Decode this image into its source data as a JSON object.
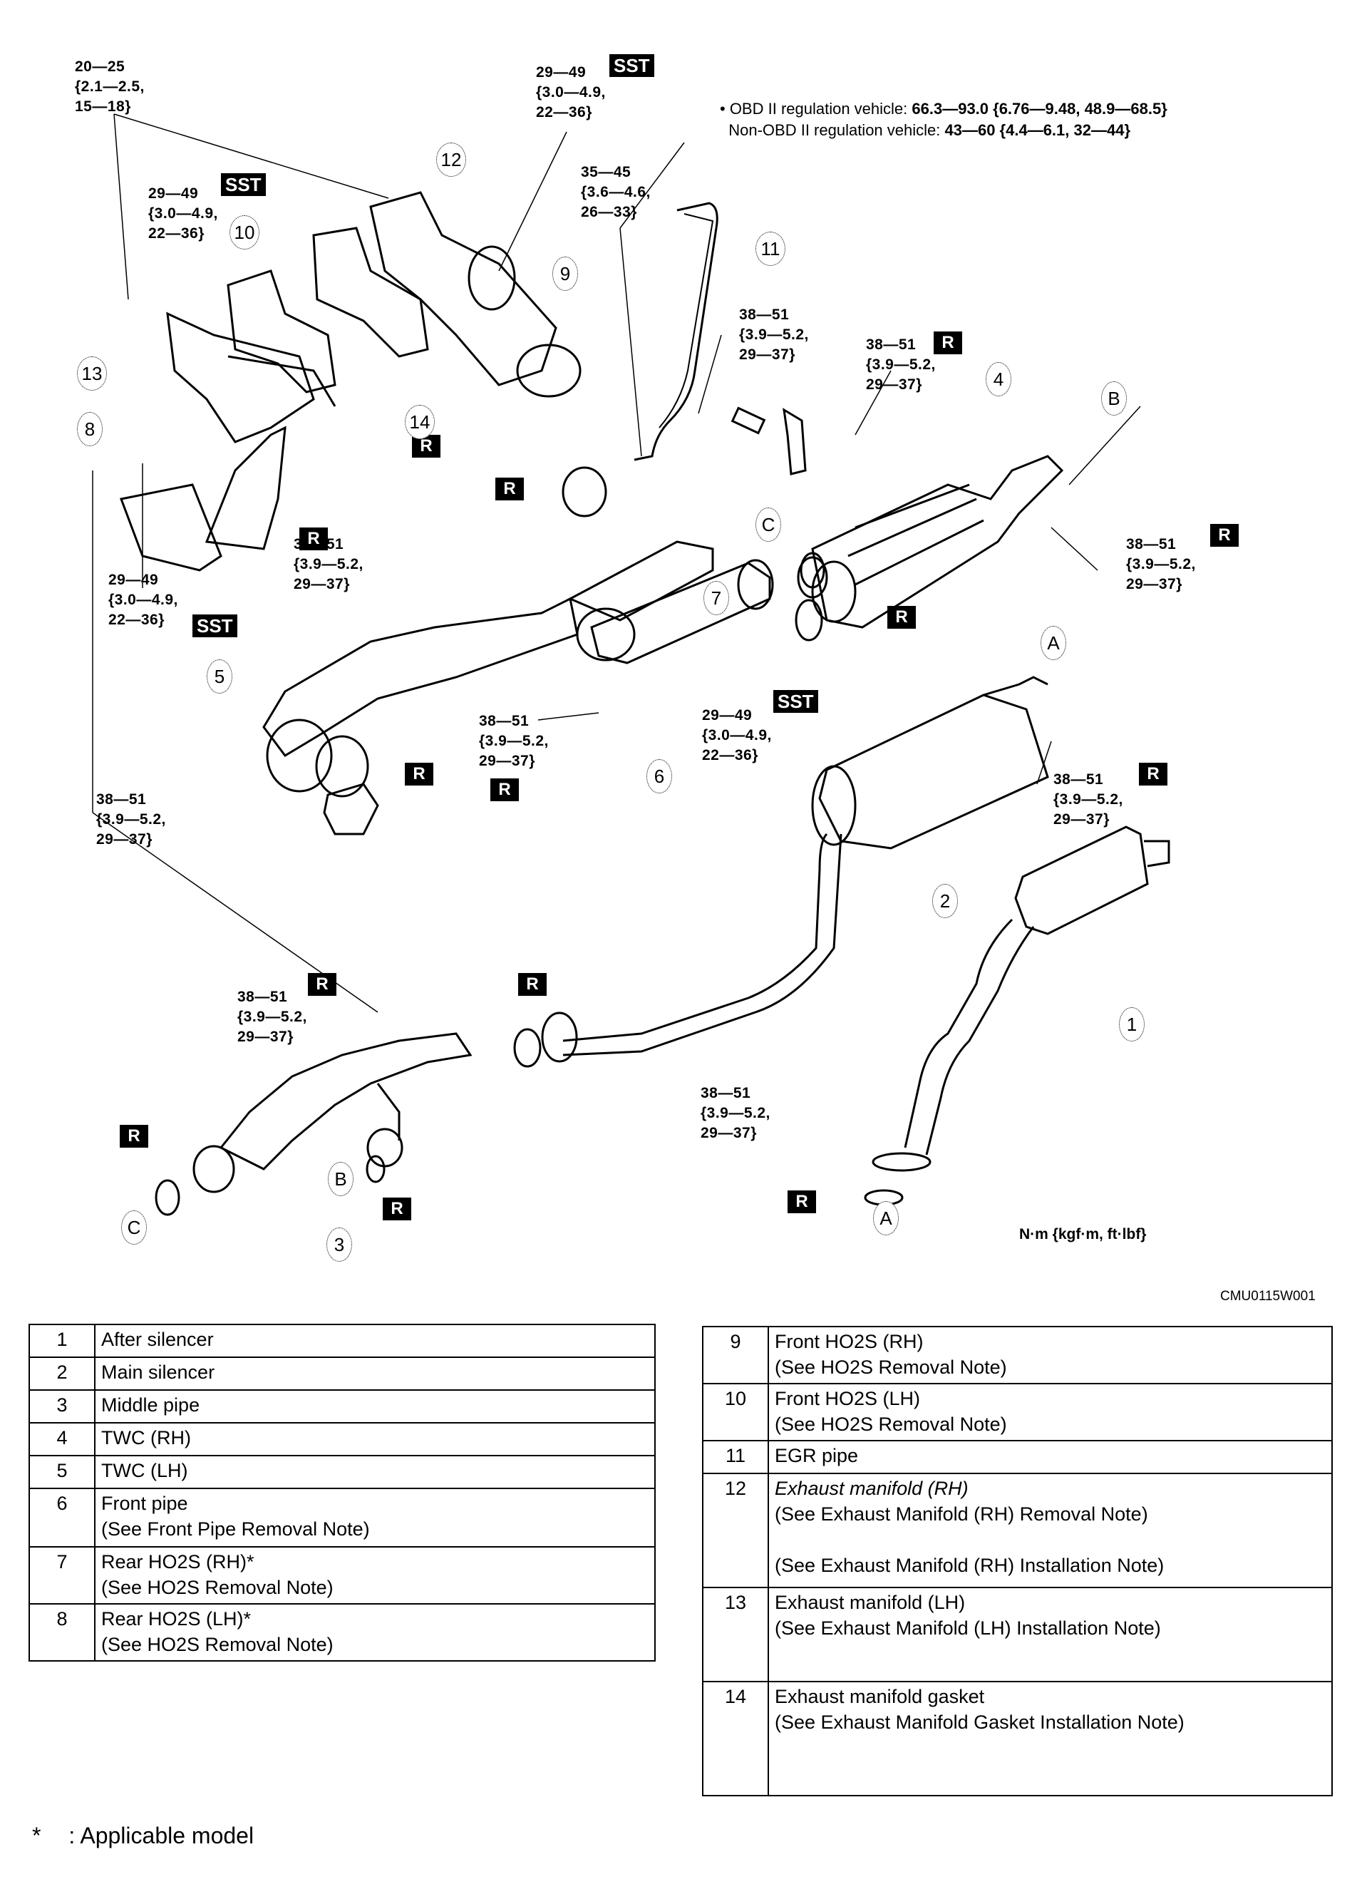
{
  "diagram": {
    "torque_notes": [
      {
        "id": "t-manifold-nut-top",
        "lines": [
          "20—25",
          "{2.1—2.5,",
          "15—18}"
        ]
      },
      {
        "id": "t-front-ho2s-rh",
        "lines": [
          "29—49",
          "{3.0—4.9,",
          "22—36}"
        ],
        "badge": "SST"
      },
      {
        "id": "t-front-ho2s-lh",
        "lines": [
          "29—49",
          "{3.0—4.9,",
          "22—36}"
        ],
        "badge": "SST"
      },
      {
        "id": "t-egr-pipe",
        "lines": [
          "35—45",
          "{3.6—4.6,",
          "26—33}"
        ]
      },
      {
        "id": "t-bracket-bolt",
        "lines": [
          "38—51",
          "{3.9—5.2,",
          "29—37}"
        ]
      },
      {
        "id": "t-bracket-nut",
        "lines": [
          "38—51",
          "{3.9—5.2,",
          "29—37}"
        ],
        "badge": "R"
      },
      {
        "id": "t-twc-rh-nut",
        "lines": [
          "38—51",
          "{3.9—5.2,",
          "29—37}"
        ],
        "badge": "R"
      },
      {
        "id": "t-rear-ho2s-lh",
        "lines": [
          "29—49",
          "{3.0—4.9,",
          "22—36}"
        ],
        "badge": "SST"
      },
      {
        "id": "t-twc-lh-bracket-nut",
        "lines": [
          "38—51",
          "{3.9—5.2,",
          "29—37}"
        ],
        "badge": "R"
      },
      {
        "id": "t-front-pipe-nut",
        "lines": [
          "38—51",
          "{3.9—5.2,",
          "29—37}"
        ],
        "badge": "R"
      },
      {
        "id": "t-rear-ho2s-rh",
        "lines": [
          "29—49",
          "{3.0—4.9,",
          "22—36}"
        ],
        "badge": "SST"
      },
      {
        "id": "t-main-silencer-nut",
        "lines": [
          "38—51",
          "{3.9—5.2,",
          "29—37}"
        ],
        "badge": "R"
      },
      {
        "id": "t-twc-lh-nut",
        "lines": [
          "38—51",
          "{3.9—5.2,",
          "29—37}"
        ]
      },
      {
        "id": "t-middle-pipe-nut",
        "lines": [
          "38—51",
          "{3.9—5.2,",
          "29—37}"
        ],
        "badge": "R"
      },
      {
        "id": "t-middle-joint-nut",
        "lines": [
          "38—51",
          "{3.9—5.2,",
          "29—37}"
        ]
      }
    ],
    "obd_note": {
      "line1_label": "• OBD II regulation vehicle: ",
      "line1_value": "66.3—93.0 {6.76—9.48, 48.9—68.5}",
      "line2_label": "Non-OBD II regulation vehicle: ",
      "line2_value": "43—60 {4.4—6.1, 32—44}"
    },
    "callouts": [
      "1",
      "2",
      "3",
      "4",
      "5",
      "6",
      "7",
      "8",
      "9",
      "10",
      "11",
      "12",
      "13",
      "14",
      "A",
      "A",
      "B",
      "B",
      "C",
      "C"
    ],
    "standalone_badges": [
      "R",
      "R",
      "R",
      "R",
      "R",
      "R",
      "R",
      "R"
    ],
    "units_label": "N·m {kgf·m, ft·lbf}",
    "figure_code": "CMU0115W001"
  },
  "parts_table_left": [
    {
      "num": "1",
      "lines": [
        "After silencer"
      ]
    },
    {
      "num": "2",
      "lines": [
        "Main silencer"
      ]
    },
    {
      "num": "3",
      "lines": [
        "Middle pipe"
      ]
    },
    {
      "num": "4",
      "lines": [
        "TWC (RH)"
      ]
    },
    {
      "num": "5",
      "lines": [
        "TWC (LH)"
      ]
    },
    {
      "num": "6",
      "lines": [
        "Front pipe",
        "(See Front Pipe Removal Note)"
      ]
    },
    {
      "num": "7",
      "lines": [
        "Rear HO2S (RH)*",
        "(See HO2S Removal Note)"
      ]
    },
    {
      "num": "8",
      "lines": [
        "Rear HO2S (LH)*",
        "(See HO2S Removal Note)"
      ]
    }
  ],
  "parts_table_right": [
    {
      "num": "9",
      "lines": [
        "Front HO2S (RH)",
        "(See HO2S Removal Note)"
      ]
    },
    {
      "num": "10",
      "lines": [
        "Front HO2S (LH)",
        "(See HO2S Removal Note)"
      ]
    },
    {
      "num": "11",
      "lines": [
        "EGR pipe"
      ]
    },
    {
      "num": "12",
      "lines": [
        "Exhaust manifold (RH)",
        "(See Exhaust Manifold (RH) Removal Note)",
        "",
        "(See Exhaust Manifold (RH) Installation Note)"
      ]
    },
    {
      "num": "13",
      "lines": [
        "Exhaust manifold (LH)",
        "(See Exhaust Manifold (LH) Installation Note)"
      ]
    },
    {
      "num": "14",
      "lines": [
        "Exhaust manifold gasket",
        "(See Exhaust Manifold Gasket Installation Note)"
      ]
    }
  ],
  "footnote": {
    "symbol": "*",
    "text": ": Applicable model"
  }
}
